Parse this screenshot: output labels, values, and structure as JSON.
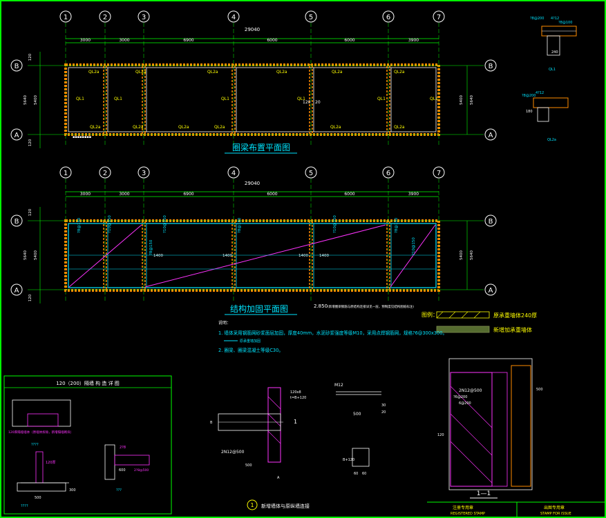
{
  "colors": {
    "background": "#000000",
    "frame": "#00ff00",
    "wall": "#ff8c00",
    "text_yellow": "#ffff00",
    "text_cyan": "#00e5ff",
    "magenta": "#ff33ff",
    "white": "#ffffff"
  },
  "plan1": {
    "title": "圈梁布置平面图",
    "axes": [
      "1",
      "2",
      "3",
      "4",
      "5",
      "6",
      "7"
    ],
    "rows": [
      "B",
      "A"
    ],
    "total_dim": "29040",
    "spans": [
      "3000",
      "3000",
      "6900",
      "6000",
      "6000",
      "3900"
    ],
    "left_dims": [
      "120",
      "5640",
      "5400",
      "120"
    ],
    "right_dims": [
      "5640",
      "5400"
    ],
    "beam_labels": [
      "QL2a",
      "QL2a",
      "QL2a",
      "QL2a",
      "QL2a",
      "QL2a",
      "QL1",
      "QL1",
      "QL1",
      "QL1",
      "QL1",
      "QL1",
      "QL2a",
      "QL2a",
      "QL2a",
      "QL2a",
      "QL2a",
      "QL2a"
    ],
    "note_120": "120",
    "note_20": "20"
  },
  "plan2": {
    "title": "结构加固平面图",
    "elevation": "2.850",
    "elevation_note": "(新增圈梁钢筋与原结构连接详见一层，预制度见结构图纸标注)",
    "axes": [
      "1",
      "2",
      "3",
      "4",
      "5",
      "6",
      "7"
    ],
    "rows": [
      "B",
      "A"
    ],
    "total_dim": "29040",
    "spans": [
      "3000",
      "3000",
      "6900",
      "6000",
      "6000",
      "3900"
    ],
    "left_dims": [
      "120",
      "5640",
      "5400",
      "120"
    ],
    "right_dims": [
      "5640",
      "5400"
    ],
    "rebar_labels": [
      "?8@150",
      "?10@150",
      "?8@150",
      "?10@150",
      "?8@150",
      "?10@150",
      "?8@150",
      "?10@150"
    ],
    "dim_1400": "1400"
  },
  "legend": {
    "title": "图例：",
    "item1": "原承重墙体240厚",
    "item2": "新增加承重墙体"
  },
  "notes": {
    "heading": "说明：",
    "line1": "1. 墙体采用钢筋网砂浆面层加固，厚度40mm，水泥砂浆强度等级M10，采用点焊钢筋网，规格?6@300x300。",
    "line1_sub": "原承重墙加固",
    "line2": "2. 圈梁、圈梁混凝土等级C30。"
  },
  "details_tr": {
    "label_top_1": "?8@200",
    "label_top_2": "4?12",
    "label_top_3": "?8@100",
    "dim_240": "240",
    "caption1": "QL1",
    "label_b1": "4?12",
    "label_b2": "?8@200",
    "dim_180": "180",
    "caption2": "QL2a"
  },
  "wall_detail": {
    "title": "120（200）隔墙 构 造 详 图",
    "note_magenta": "120厚隔墙墙体（原墙体拆除，新增隔墙砌块）",
    "label_q1": "????",
    "label_q2": "????",
    "dim_500": "500",
    "dim_300": "300",
    "label_2phi8": "2?8",
    "label_2phi8b": "2?8@500",
    "dim_600": "600",
    "label_small": "120厚",
    "label_bottom": "???"
  },
  "connection": {
    "title": "新增墙体与原纵墙连接",
    "circle_num": "1",
    "label_t": "t=B+120",
    "label_120x8": "120x8",
    "label_m12": "M12",
    "label_2n12": "2N12@500",
    "dim_500a": "500",
    "dim_500b": "500",
    "dim_30": "30",
    "dim_20": "20",
    "dim_B": "B",
    "sect_1": "1",
    "label_bplus": "B+120",
    "dim_60a": "60",
    "dim_60b": "60",
    "dim_A": "A"
  },
  "section": {
    "title": "1—1",
    "label1": "2N12@500",
    "label2": "?6@200",
    "label3": "6@200",
    "dim_500": "500",
    "dim_120": "120"
  },
  "title_block": {
    "reg_stamp": "注册专用章",
    "reg_stamp_en": "REGISTERED STAMP",
    "issue_stamp": "出图专用章",
    "issue_stamp_en": "STAMP FOR ISSUE"
  }
}
